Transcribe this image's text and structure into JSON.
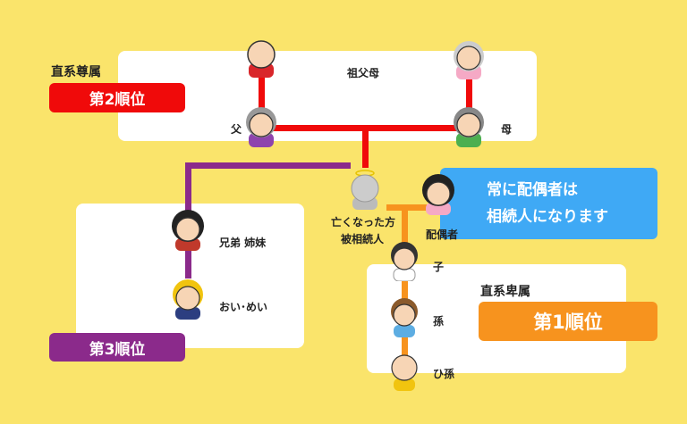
{
  "colors": {
    "background": "#fae46b",
    "rank1": "#f7931e",
    "rank2": "#f00a0a",
    "rank3": "#8b2a8b",
    "spouse_box": "#3fa9f5"
  },
  "rank2": {
    "group": "直系尊属",
    "label": "第2順位"
  },
  "rank3": {
    "label": "第3順位"
  },
  "rank1": {
    "group": "直系卑属",
    "label": "第1順位"
  },
  "spouse_note": {
    "line1": "常に配偶者は",
    "line2": "相続人になります"
  },
  "people": {
    "grandparents": "祖父母",
    "father": "父",
    "mother": "母",
    "deceased1": "亡くなった方",
    "deceased2": "被相続人",
    "spouse": "配偶者",
    "siblings": "兄弟 姉妹",
    "nephews": "おい･めい",
    "child": "子",
    "grandchild": "孫",
    "great_grandchild": "ひ孫"
  }
}
